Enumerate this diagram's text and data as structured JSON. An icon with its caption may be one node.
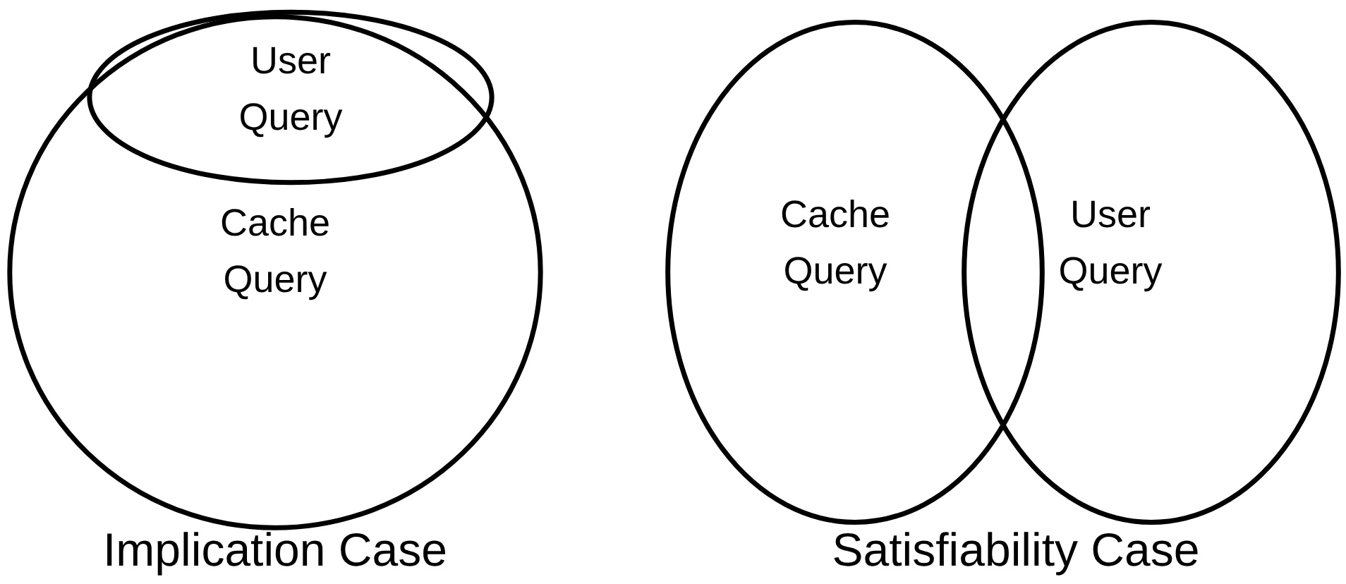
{
  "diagram": {
    "nodes": [
      {
        "text": [
          "Cache Query"
        ]
      },
      {
        "text": [
          "User Query"
        ],
        "in": 0
      },
      {
        "text": [
          "Cache Query"
        ]
      },
      {
        "text": [
          "User Query"
        ]
      }
    ],
    "labels": [
      "Implication Case",
      "Satisfiability Case"
    ]
  }
}
